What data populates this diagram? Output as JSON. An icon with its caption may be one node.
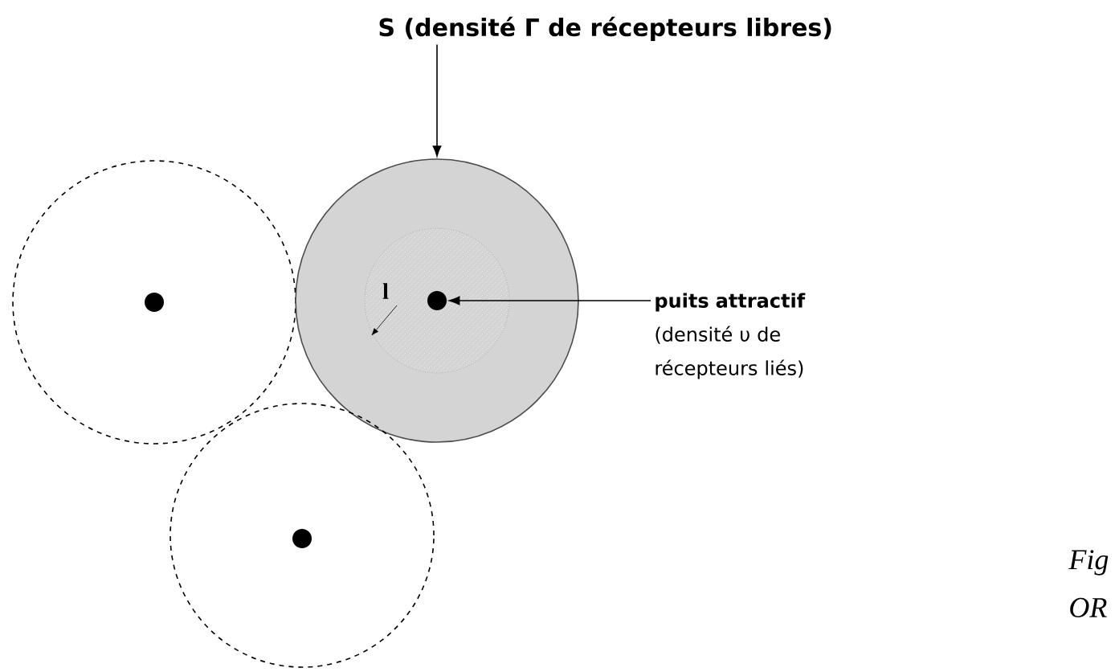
{
  "diagram": {
    "nodes": [
      {
        "text": [
          "S (densité Γ de récepteurs libres)"
        ]
      },
      {
        "text": [],
        "shape": "circle"
      },
      {
        "text": [],
        "shape": "circle",
        "in": 1
      },
      {
        "text": [],
        "shape": "circle"
      },
      {
        "text": [],
        "shape": "circle",
        "in": 3
      },
      {
        "text": [],
        "shape": "circle",
        "in": 4
      },
      {
        "text": [
          "**puits attractif** (densité υ de récepteurs liés)"
        ]
      },
      {
        "text": [],
        "shape": "circle"
      },
      {
        "text": [],
        "shape": "circle",
        "in": 7
      }
    ],
    "edges": [
      {
        "from": 0,
        "to": 3,
        "arrow": "to"
      },
      {
        "from": 6,
        "to": 5,
        "arrow": "to"
      }
    ],
    "labels": [
      "l",
      "Fig",
      "OR"
    ]
  }
}
